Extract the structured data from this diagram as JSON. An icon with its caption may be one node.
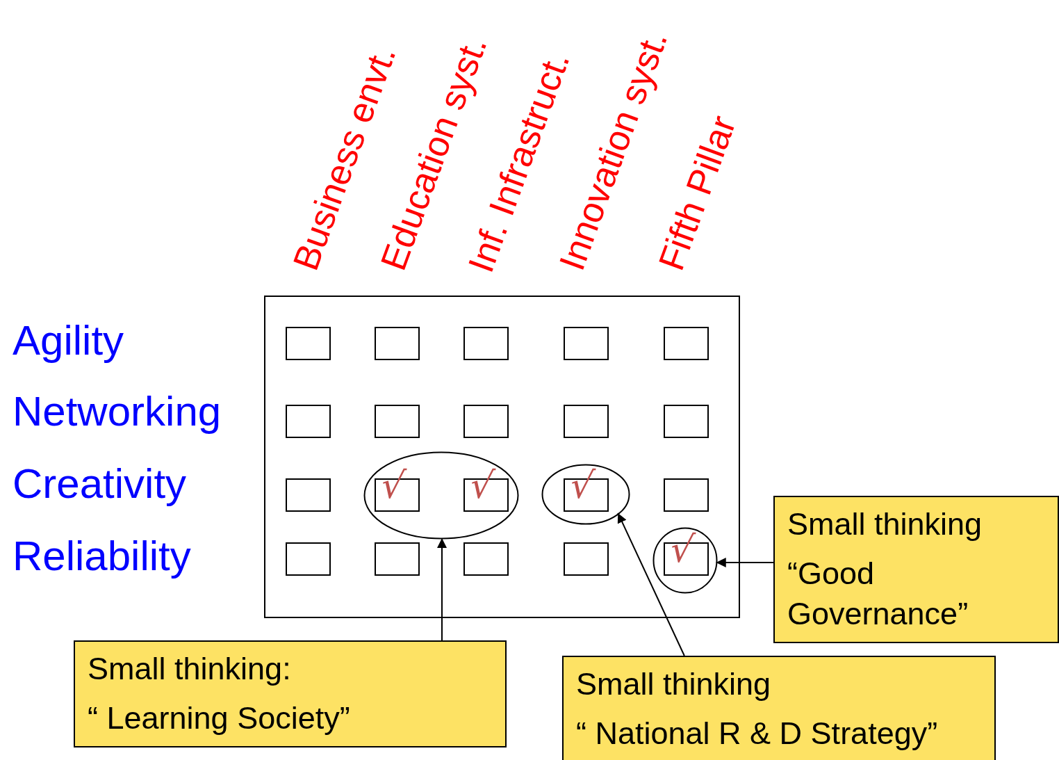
{
  "diagram": {
    "nodes": [
      {
        "text": [],
        "shape": "box"
      },
      {
        "text": [],
        "shape": "box",
        "in": 0
      },
      {
        "text": [],
        "shape": "box",
        "in": 0
      },
      {
        "text": [],
        "shape": "box",
        "in": 0
      },
      {
        "text": [],
        "shape": "box",
        "in": 0
      },
      {
        "text": [],
        "shape": "box",
        "in": 0
      },
      {
        "text": [],
        "shape": "box",
        "in": 0
      },
      {
        "text": [],
        "shape": "box",
        "in": 0
      },
      {
        "text": [],
        "shape": "box",
        "in": 0
      },
      {
        "text": [],
        "shape": "box",
        "in": 0
      },
      {
        "text": [],
        "shape": "box",
        "in": 0
      },
      {
        "text": [],
        "shape": "box",
        "in": 0
      },
      {
        "text": [],
        "shape": "ellipse",
        "in": 0
      },
      {
        "text": [
          "√"
        ],
        "in": 12
      },
      {
        "text": [
          "√"
        ],
        "in": 12
      },
      {
        "text": [],
        "shape": "ellipse",
        "in": 0
      },
      {
        "text": [
          "√"
        ],
        "in": 15
      },
      {
        "text": [],
        "shape": "box",
        "in": 0
      },
      {
        "text": [],
        "shape": "box",
        "in": 0
      },
      {
        "text": [],
        "shape": "box",
        "in": 0
      },
      {
        "text": [],
        "shape": "box",
        "in": 0
      },
      {
        "text": [],
        "shape": "box",
        "in": 0
      },
      {
        "text": [],
        "shape": "circle",
        "in": 0
      },
      {
        "text": [
          "√"
        ],
        "in": 22
      },
      {
        "text": [
          "Small thinking",
          "“Good Governance”"
        ]
      },
      {
        "text": [
          "Small thinking:",
          "“ Learning Society”"
        ]
      },
      {
        "text": [
          "Small thinking",
          "“ National R & D Strategy”"
        ]
      }
    ],
    "edges": [
      {
        "from": 24,
        "to": 22,
        "arrow": "to"
      },
      {
        "from": 25,
        "to": 12,
        "arrow": "to"
      },
      {
        "from": 26,
        "to": 15,
        "arrow": "to"
      }
    ],
    "labels": [
      "Business envt.",
      "Education syst.",
      "Inf. Infrastruct.",
      "Innovation syst.",
      "Fifth Pillar",
      "Agility",
      "Networking",
      "Creativity",
      "Reliability"
    ]
  }
}
